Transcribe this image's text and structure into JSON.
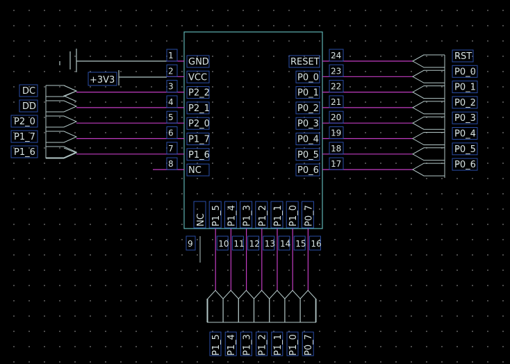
{
  "chip": {
    "left_pins": [
      {
        "num": "1",
        "label": "GND"
      },
      {
        "num": "2",
        "label": "VCC"
      },
      {
        "num": "3",
        "label": "P2_2"
      },
      {
        "num": "4",
        "label": "P2_1"
      },
      {
        "num": "5",
        "label": "P2_0"
      },
      {
        "num": "6",
        "label": "P1_7"
      },
      {
        "num": "7",
        "label": "P1_6"
      },
      {
        "num": "8",
        "label": "NC"
      }
    ],
    "right_pins": [
      {
        "num": "24",
        "label": "RESET"
      },
      {
        "num": "23",
        "label": "P0_0"
      },
      {
        "num": "22",
        "label": "P0_1"
      },
      {
        "num": "21",
        "label": "P0_2"
      },
      {
        "num": "20",
        "label": "P0_3"
      },
      {
        "num": "19",
        "label": "P0_4"
      },
      {
        "num": "18",
        "label": "P0_5"
      },
      {
        "num": "17",
        "label": "P0_6"
      }
    ],
    "bottom_pins": [
      {
        "num": "9",
        "label": "NC"
      },
      {
        "num": "10",
        "label": "P1_5"
      },
      {
        "num": "11",
        "label": "P1_4"
      },
      {
        "num": "12",
        "label": "P1_3"
      },
      {
        "num": "13",
        "label": "P1_2"
      },
      {
        "num": "14",
        "label": "P1_1"
      },
      {
        "num": "15",
        "label": "P1_0"
      },
      {
        "num": "16",
        "label": "P0_7"
      }
    ]
  },
  "left_ports": [
    "DC",
    "DD",
    "P2_0",
    "P1_7",
    "P1_6"
  ],
  "right_ports": [
    "RST",
    "P0_0",
    "P0_1",
    "P0_2",
    "P0_3",
    "P0_4",
    "P0_5",
    "P0_6"
  ],
  "bottom_ports": [
    "P1_5",
    "P1_4",
    "P1_3",
    "P1_2",
    "P1_1",
    "P1_0",
    "P0_7"
  ],
  "power_label": "+3V3",
  "colors": {
    "background": "#000000",
    "grid_dot": "#5a5a5a",
    "body_outline": "#5fb4b4",
    "wire": "#c23cc2",
    "port_outline": "#b4c8c8",
    "label_box": "#2a4ea8",
    "text": "#d8e4e4"
  }
}
